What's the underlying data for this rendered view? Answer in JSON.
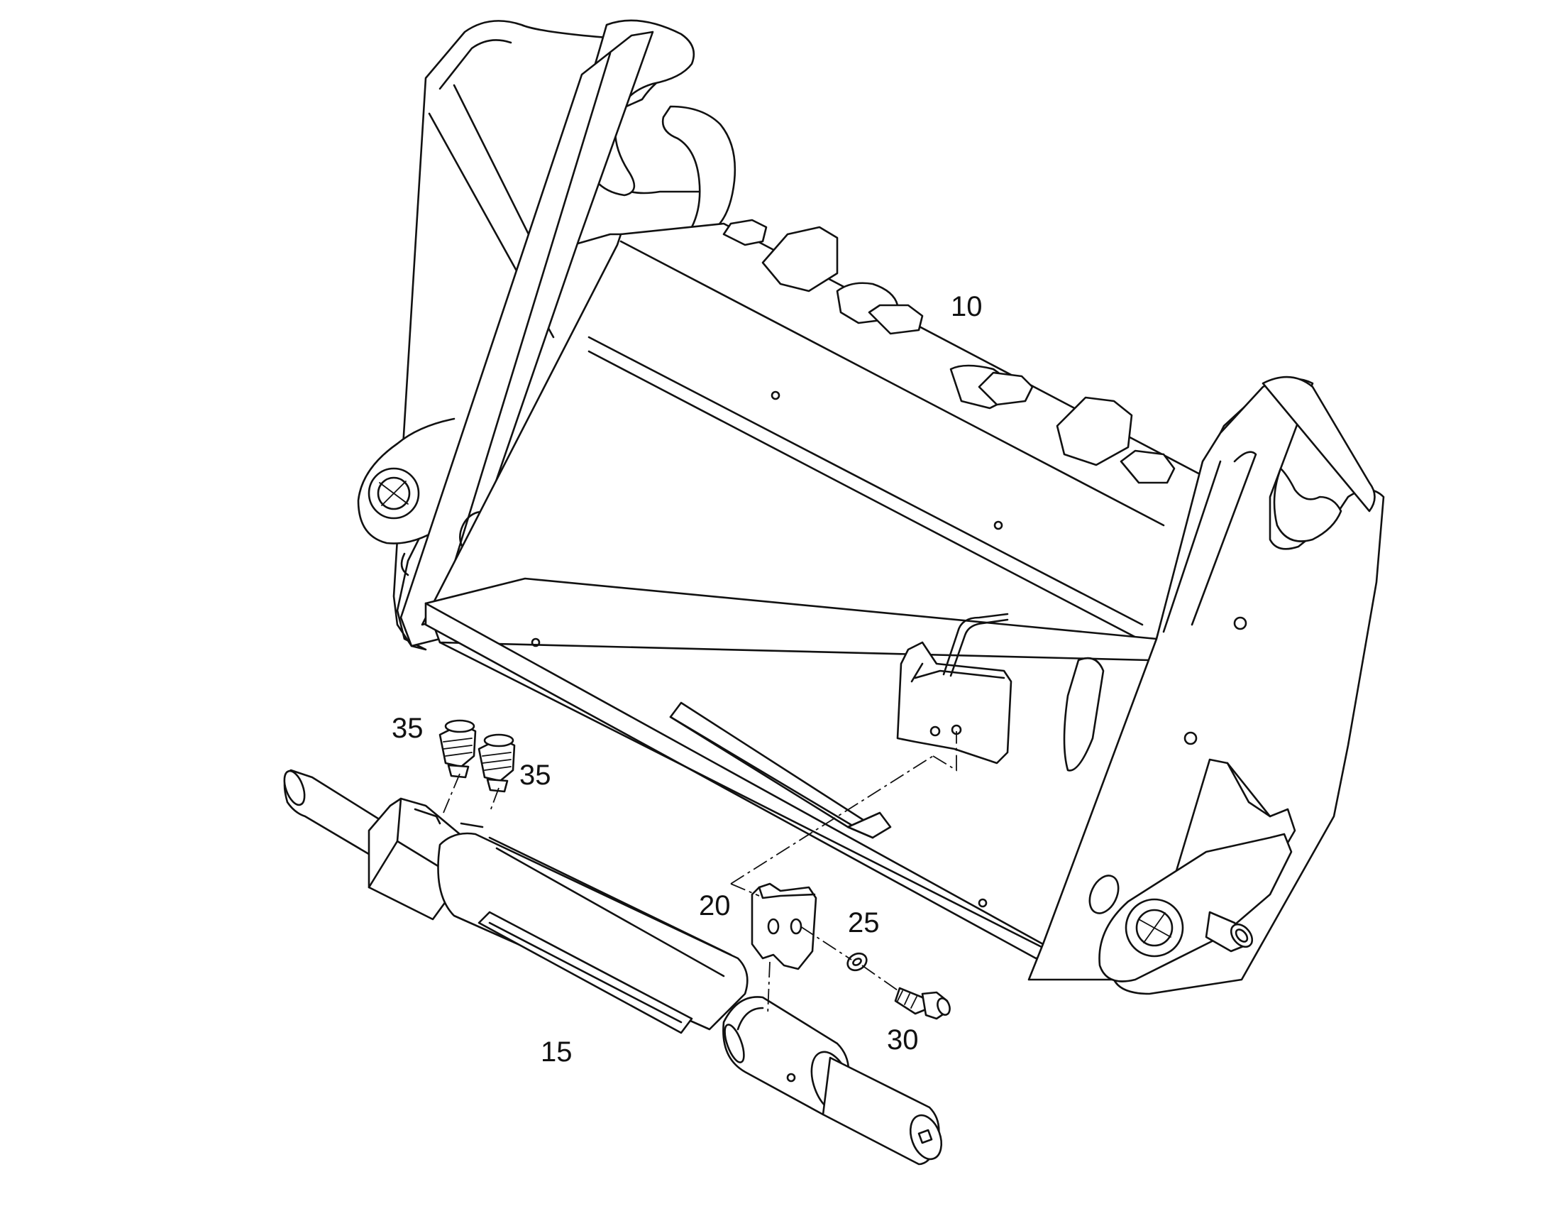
{
  "callouts": {
    "part_10": "10",
    "part_15": "15",
    "part_20": "20",
    "part_25": "25",
    "part_30": "30",
    "part_35_a": "35",
    "part_35_b": "35"
  },
  "line_color": "#111111",
  "background_color": "#ffffff"
}
